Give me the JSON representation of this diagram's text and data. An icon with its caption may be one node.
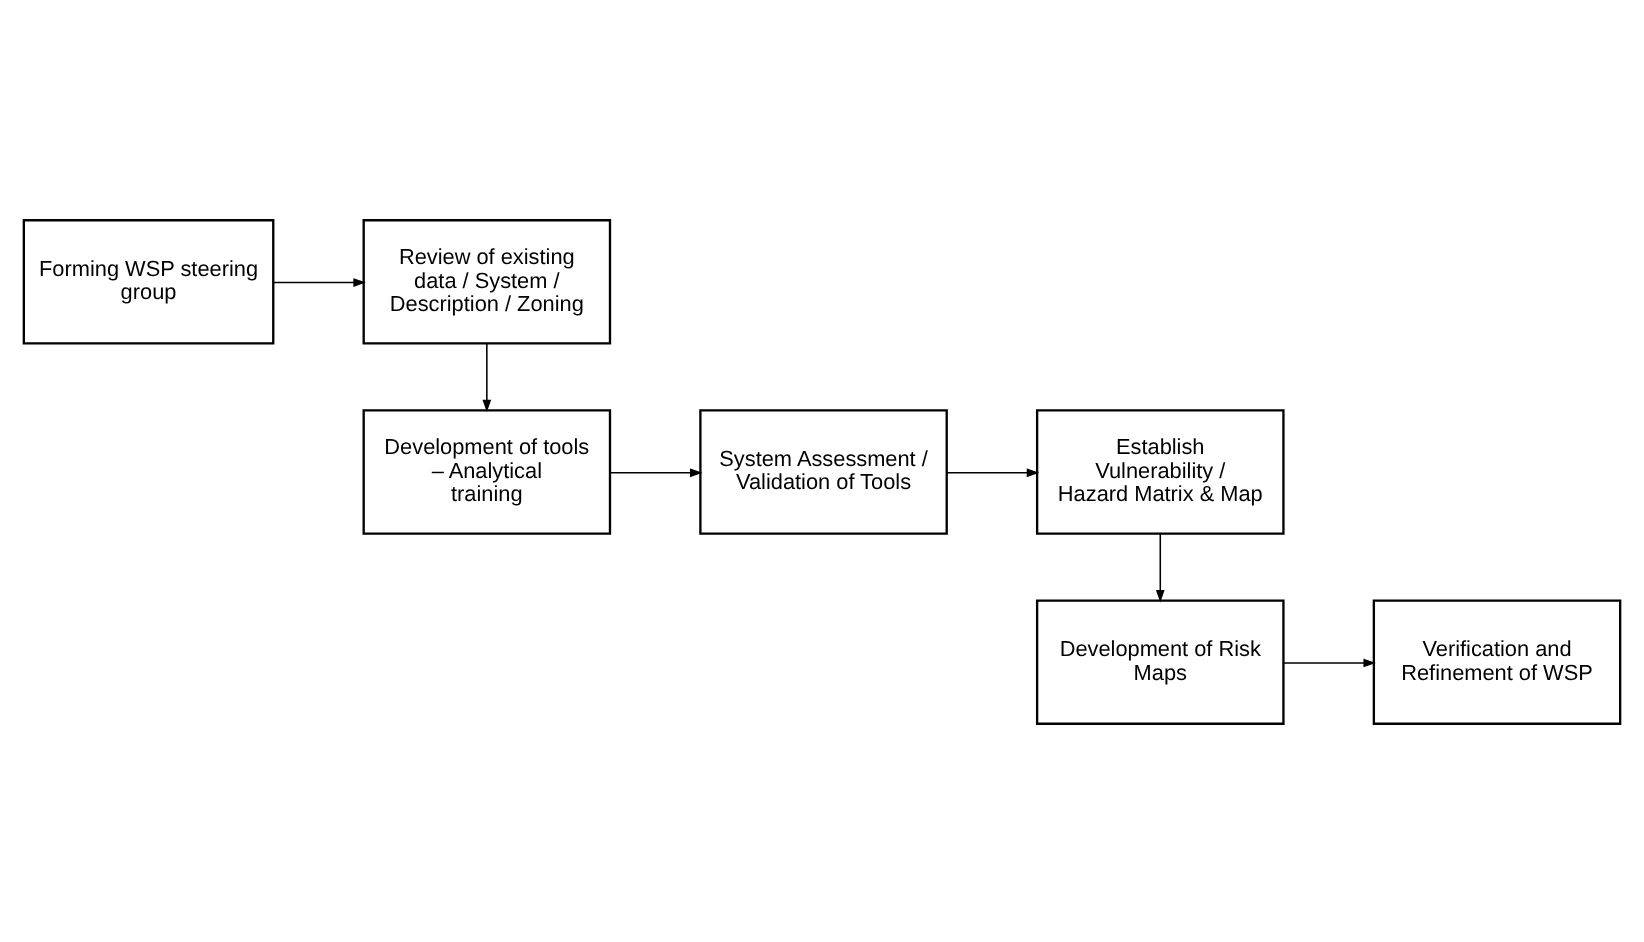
{
  "diagram": {
    "nodes": [
      {
        "text": [
          "Forming WSP steering group"
        ]
      },
      {
        "text": [
          "Review of existing data / System / Description / Zoning"
        ]
      },
      {
        "text": [
          "Development of tools – Analytical training"
        ]
      },
      {
        "text": [
          "System Assessment / Validation of Tools"
        ]
      },
      {
        "text": [
          "Establish Vulnerability / Hazard Matrix & Map"
        ]
      },
      {
        "text": [
          "Development of Risk Maps"
        ]
      },
      {
        "text": [
          "Verification and Refinement of WSP"
        ]
      }
    ],
    "edges": [
      {
        "from": 0,
        "to": 1,
        "arrow": "to"
      },
      {
        "from": 1,
        "to": 2,
        "arrow": "to"
      },
      {
        "from": 2,
        "to": 3,
        "arrow": "to"
      },
      {
        "from": 3,
        "to": 4,
        "arrow": "to"
      },
      {
        "from": 4,
        "to": 5,
        "arrow": "to"
      },
      {
        "from": 5,
        "to": 6,
        "arrow": "to"
      }
    ]
  }
}
